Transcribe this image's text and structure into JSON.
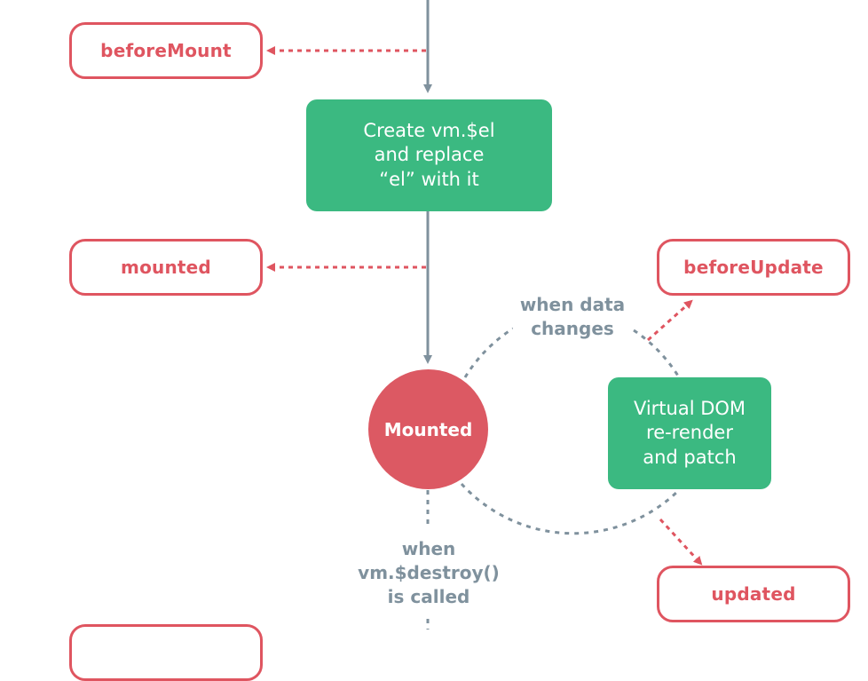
{
  "colors": {
    "hook": "#df5560",
    "process": "#3bb981",
    "state": "#dc5963",
    "flow": "#7f919d"
  },
  "hooks": {
    "beforeMount": "beforeMount",
    "mounted": "mounted",
    "beforeUpdate": "beforeUpdate",
    "updated": "updated"
  },
  "processes": {
    "create_el": [
      "Create vm.$el",
      "and replace",
      "“el” with it"
    ],
    "vdom": [
      "Virtual DOM",
      "re-render",
      "and patch"
    ]
  },
  "states": {
    "mounted": "Mounted"
  },
  "notes": {
    "data_changes": [
      "when data",
      "changes"
    ],
    "destroy": [
      "when",
      "vm.$destroy()",
      "is called"
    ]
  }
}
